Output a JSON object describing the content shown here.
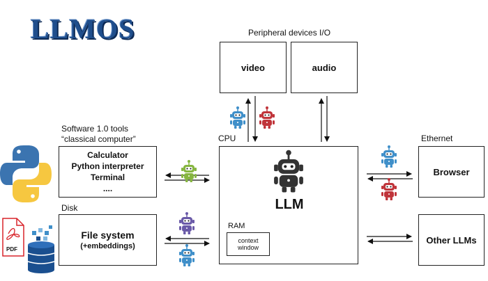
{
  "title": "LLMOS",
  "peripheral": {
    "heading": "Peripheral devices I/O",
    "video": "video",
    "audio": "audio"
  },
  "software": {
    "heading_line1": "Software 1.0 tools",
    "heading_line2": "“classical computer”",
    "items": [
      "Calculator",
      "Python interpreter",
      "Terminal",
      "...."
    ]
  },
  "disk": {
    "heading": "Disk",
    "label": "File system",
    "sublabel": "(+embeddings)"
  },
  "cpu": {
    "heading": "CPU",
    "label": "LLM",
    "ram_heading": "RAM",
    "ram_line1": "context",
    "ram_line2": "window"
  },
  "ethernet": {
    "heading": "Ethernet",
    "browser": "Browser",
    "other": "Other LLMs"
  },
  "pdf_icon_text": "PDF",
  "colors": {
    "title": "#1f4e8c",
    "robot_blue": "#3f8fc9",
    "robot_red": "#c0343a",
    "robot_green": "#86b640",
    "robot_purple": "#6a5aa8",
    "robot_dark": "#333333"
  }
}
